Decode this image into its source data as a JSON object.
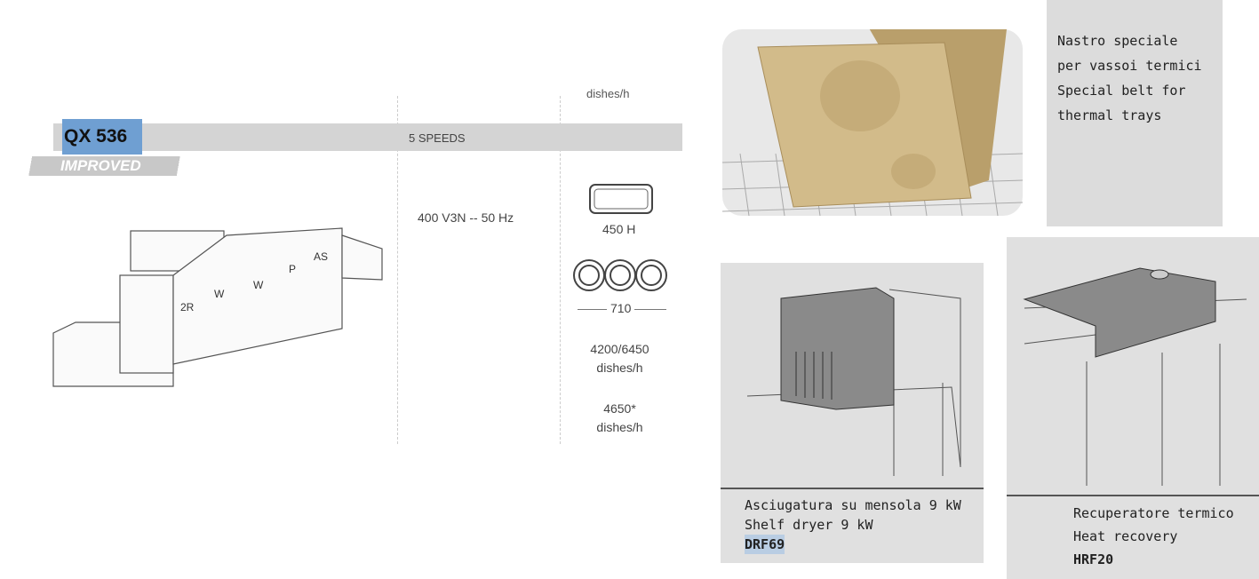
{
  "spec": {
    "model": "QX 536",
    "badge": "IMPROVED",
    "speeds": "5 SPEEDS",
    "top_cut": "dishes/h",
    "power": "400 V3N -- 50 Hz",
    "tray_height": "450 H",
    "width": "710",
    "capacity1_value": "4200/6450",
    "capacity1_unit": "dishes/h",
    "capacity2_value": "4650*",
    "capacity2_unit": "dishes/h",
    "sections": [
      "2R",
      "W",
      "W",
      "P",
      "AS"
    ]
  },
  "accessories": {
    "belt": {
      "lines": [
        "Nastro speciale",
        "per vassoi termici",
        "Special belt for",
        "thermal trays"
      ]
    },
    "dryer": {
      "lines": [
        "Asciugatura su mensola 9 kW",
        "Shelf dryer 9 kW"
      ],
      "code": "DRF69"
    },
    "recovery": {
      "lines": [
        "Recuperatore termico",
        "Heat recovery"
      ],
      "code": "HRF20"
    }
  },
  "colors": {
    "highlight": "#6f9fd2",
    "band": "#d4d4d4",
    "panel": "#e0e0e0"
  }
}
